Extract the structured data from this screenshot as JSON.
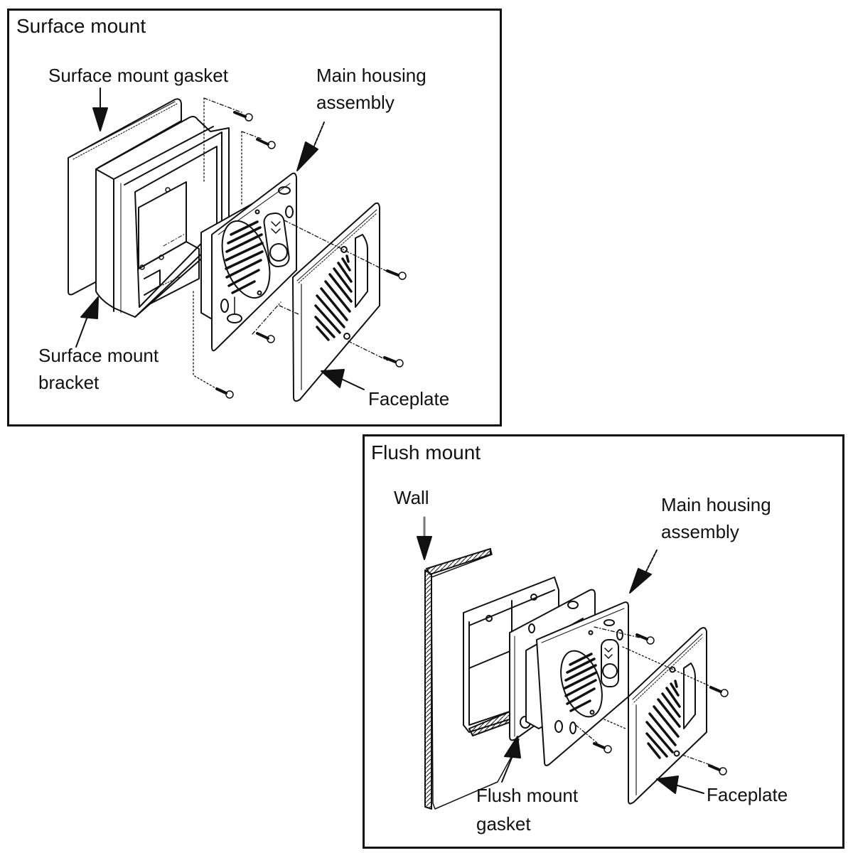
{
  "panels": {
    "surface": {
      "title": "Surface mount",
      "labels": {
        "gasket": "Surface mount gasket",
        "housing_1": "Main housing",
        "housing_2": "assembly",
        "bracket_1": "Surface mount",
        "bracket_2": "bracket",
        "faceplate": "Faceplate"
      }
    },
    "flush": {
      "title": "Flush mount",
      "labels": {
        "wall": "Wall",
        "housing_1": "Main housing",
        "housing_2": "assembly",
        "gasket_1": "Flush mount",
        "gasket_2": "gasket",
        "faceplate": "Faceplate"
      }
    }
  },
  "colors": {
    "line": "#111111",
    "background": "#ffffff"
  }
}
